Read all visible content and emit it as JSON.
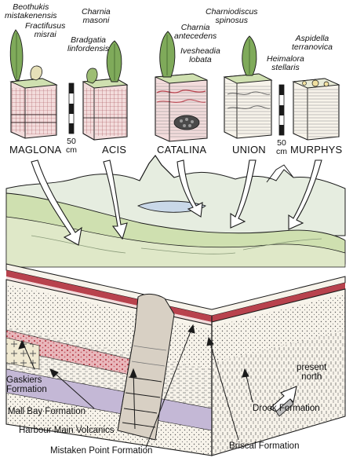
{
  "taxa": {
    "t1": [
      "Beothukis",
      "mistakenensis"
    ],
    "t2": [
      "Fractifusus",
      "misrai"
    ],
    "t3": [
      "Charnia",
      "masoni"
    ],
    "t4": [
      "Bradgatia",
      "linfordensis"
    ],
    "t5": [
      "Charnia",
      "antecedens"
    ],
    "t6": [
      "Ivesheadia",
      "lobata"
    ],
    "t7": [
      "Charniodiscus",
      "spinosus"
    ],
    "t8": [
      "Heimalora",
      "stellaris"
    ],
    "t9": [
      "Aspidella",
      "terranovica"
    ]
  },
  "sites": [
    "MAGLONA",
    "ACIS",
    "CATALINA",
    "UNION",
    "MURPHYS"
  ],
  "scales": [
    [
      "50",
      "cm"
    ],
    [
      "50",
      "cm"
    ]
  ],
  "formations": {
    "gaskiers": [
      "Gaskiers",
      "Formation"
    ],
    "mall_bay": "Mall Bay Formation",
    "harbour_main": "Harbour Main Volcanics",
    "mistaken_point": "Mistaken Point Formation",
    "drook": "Drook Formation",
    "briscal": "Briscal Formation"
  },
  "compass": [
    "present",
    "north"
  ],
  "colors": {
    "ink": "#1a1a1a",
    "frond_green": "#7faa5a",
    "plain_green": "#cfe0b0",
    "sky_blue": "#c9d8e8",
    "bed_pink": "#e9b8bc",
    "bed_red": "#b8424d",
    "bed_lilac": "#c4b8d6",
    "block_cream": "#f7f3ea"
  }
}
